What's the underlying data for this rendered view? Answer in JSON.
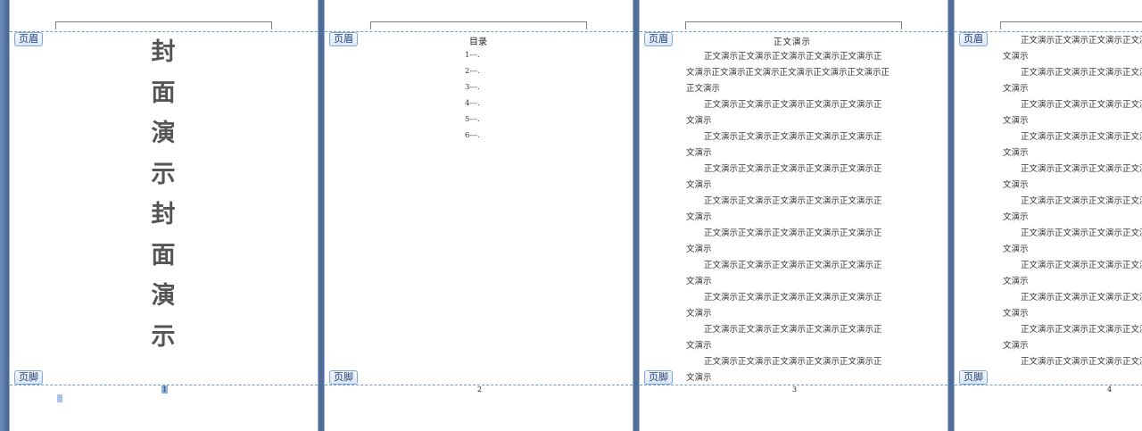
{
  "labels": {
    "header_tag": "页眉",
    "footer_tag": "页脚"
  },
  "cover": {
    "chars": [
      "封",
      "面",
      "演",
      "示",
      "封",
      "面",
      "演",
      "示"
    ],
    "page_number": "1"
  },
  "toc": {
    "title": "目录",
    "items": [
      "1---.",
      "2---.",
      "3---.",
      "4---.",
      "5---.",
      "6---."
    ],
    "page_number": "2"
  },
  "page3": {
    "title": "正文演示",
    "lines": [
      "正文演示正文演示正文演示正文演示正文演示正",
      "文演示正文演示正文演示正文演示正文演示正文演示正",
      "正文演示",
      "正文演示正文演示正文演示正文演示正文演示正",
      "文演示",
      "正文演示正文演示正文演示正文演示正文演示正",
      "文演示",
      "正文演示正文演示正文演示正文演示正文演示正",
      "文演示",
      "正文演示正文演示正文演示正文演示正文演示正",
      "文演示",
      "正文演示正文演示正文演示正文演示正文演示正",
      "文演示",
      "正文演示正文演示正文演示正文演示正文演示正",
      "文演示",
      "正文演示正文演示正文演示正文演示正文演示正",
      "文演示",
      "正文演示正文演示正文演示正文演示正文演示正",
      "文演示",
      "正文演示正文演示正文演示正文演示正文演示正",
      "文演示"
    ],
    "page_number": "3"
  },
  "page4": {
    "lines": [
      "正文演示正文演示正文演示正文演示正文演示正",
      "文演示",
      "正文演示正文演示正文演示正文演示正文演示正",
      "文演示",
      "正文演示正文演示正文演示正文演示正文演示正",
      "文演示",
      "正文演示正文演示正文演示正文演示正文演示正",
      "文演示",
      "正文演示正文演示正文演示正文演示正文演示正",
      "文演示",
      "正文演示正文演示正文演示正文演示正文演示正",
      "文演示",
      "正文演示正文演示正文演示正文演示正文演示正",
      "文演示",
      "正文演示正文演示正文演示正文演示正文演示正",
      "文演示",
      "正文演示正文演示正文演示正文演示正文演示正",
      "文演示",
      "正文演示正文演示正文演示正文演示正文演示正",
      "文演示",
      "正文演示正文演示正文演示正文演示正文演示正"
    ],
    "page_number": "4"
  }
}
